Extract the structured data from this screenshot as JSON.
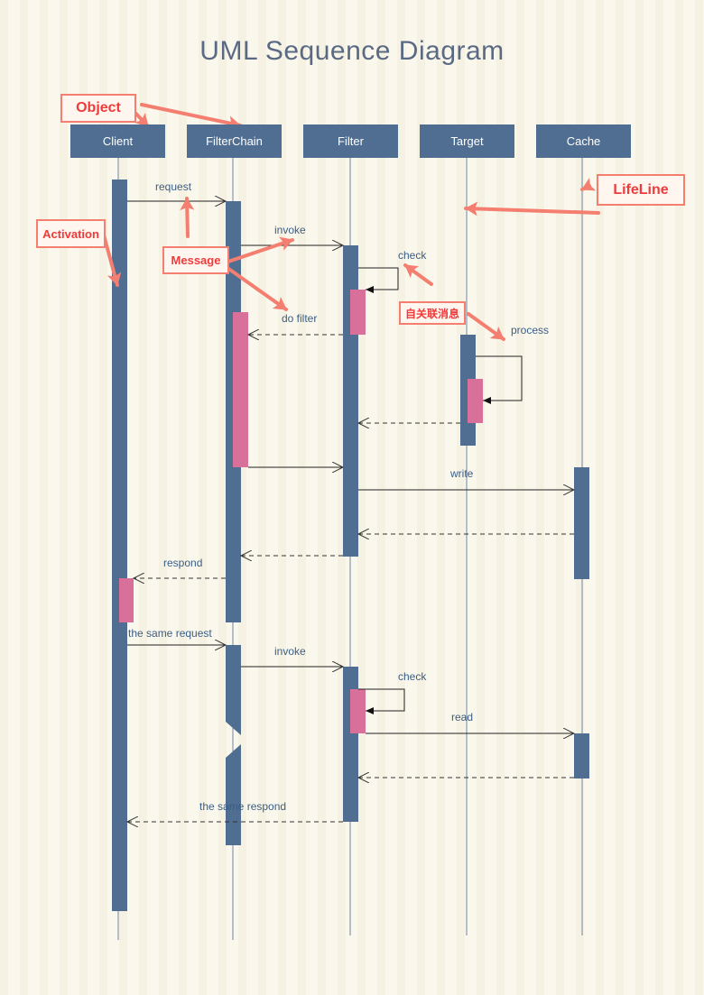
{
  "title": "UML Sequence Diagram",
  "colors": {
    "object_fill": "#4f6e91",
    "activation_fill": "#4f6e91",
    "self_activation_fill": "#d9709a",
    "callout_border": "#f47f70",
    "callout_text": "#ef3b3b",
    "message_text": "#3b5e86",
    "title_text": "#5b6a84"
  },
  "objects": [
    {
      "id": "client",
      "label": "Client"
    },
    {
      "id": "filterchain",
      "label": "FilterChain"
    },
    {
      "id": "filter",
      "label": "Filter"
    },
    {
      "id": "target",
      "label": "Target"
    },
    {
      "id": "cache",
      "label": "Cache"
    }
  ],
  "messages": [
    {
      "id": "request",
      "label": "request",
      "from": "client",
      "to": "filterchain",
      "kind": "sync"
    },
    {
      "id": "invoke1",
      "label": "invoke",
      "from": "filterchain",
      "to": "filter",
      "kind": "sync"
    },
    {
      "id": "check1",
      "label": "check",
      "from": "filter",
      "to": "filter",
      "kind": "self"
    },
    {
      "id": "dofilter",
      "label": "do filter",
      "from": "filter",
      "to": "filterchain",
      "kind": "return"
    },
    {
      "id": "process",
      "label": "process",
      "from": "target",
      "to": "target",
      "kind": "self"
    },
    {
      "id": "ret_target",
      "label": "",
      "from": "target",
      "to": "filter",
      "kind": "return"
    },
    {
      "id": "call_filter",
      "label": "",
      "from": "filterchain",
      "to": "filter",
      "kind": "sync"
    },
    {
      "id": "write",
      "label": "write",
      "from": "filter",
      "to": "cache",
      "kind": "sync"
    },
    {
      "id": "ret_cache",
      "label": "",
      "from": "cache",
      "to": "filter",
      "kind": "return"
    },
    {
      "id": "ret_filter",
      "label": "",
      "from": "filter",
      "to": "filterchain",
      "kind": "return"
    },
    {
      "id": "respond",
      "label": "respond",
      "from": "filterchain",
      "to": "client",
      "kind": "return"
    },
    {
      "id": "same_request",
      "label": "the same request",
      "from": "client",
      "to": "filterchain",
      "kind": "sync"
    },
    {
      "id": "invoke2",
      "label": "invoke",
      "from": "filterchain",
      "to": "filter",
      "kind": "sync"
    },
    {
      "id": "check2",
      "label": "check",
      "from": "filter",
      "to": "filter",
      "kind": "self"
    },
    {
      "id": "read",
      "label": "read",
      "from": "filter",
      "to": "cache",
      "kind": "sync"
    },
    {
      "id": "ret_cache2",
      "label": "",
      "from": "cache",
      "to": "filter",
      "kind": "return"
    },
    {
      "id": "same_respond",
      "label": "the same respond",
      "from": "filter",
      "to": "client",
      "kind": "return"
    }
  ],
  "callouts": {
    "object": "Object",
    "lifeline": "LifeLine",
    "activation": "Activation",
    "message": "Message",
    "self_message": "自关联消息"
  }
}
